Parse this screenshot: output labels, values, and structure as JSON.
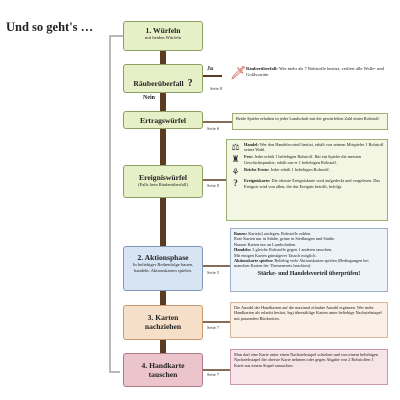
{
  "title": "Und so geht's …",
  "steps": {
    "s1": {
      "title": "1. Würfeln",
      "sub": "mit beiden Würfeln"
    },
    "raeuber": {
      "title": "Räuberüberfall",
      "qmark": "?",
      "seite": "Seite 8",
      "yes": "Ja",
      "no": "Nein",
      "info_bold": "Räuberüberfall:",
      "info_text": " Wer mehr als 7 Rohstoffe besitzt, verliert alle Wolle- und Goldvorräte."
    },
    "ertrag": {
      "title": "Ertragswürfel",
      "seite": "Seite 6",
      "info": "Beide Spieler erhalten in jeder Landschaft mit der gewürfelten Zahl einen Rohstoff."
    },
    "ereignis": {
      "title": "Ereigniswürfel",
      "sub": "(Falls kein Räuberüberfall)",
      "seite": "Seite 8",
      "items": [
        {
          "icon": "scale-icon",
          "glyph": "⚖",
          "bold": "Handel:",
          "text": " Wer den Handelsvorteil besitzt, erhält von seinem Mitspieler 1 Rohstoff seiner Wahl."
        },
        {
          "icon": "tower-icon",
          "glyph": "♜",
          "bold": "Fest:",
          "text": " Jeder erhält 1 beliebigen Rohstoff. Hat ein Spieler die meisten Geschichtspunkte, erhält nur er 1 beliebigen Rohstoff."
        },
        {
          "icon": "wheat-icon",
          "glyph": "⚘",
          "bold": "Reiche Ernte:",
          "text": " Jeder erhält 1 beliebigen Rohstoff."
        },
        {
          "icon": "question-icon",
          "glyph": "?",
          "bold": "Ereigniskarte:",
          "text": " Die oberste Ereigniskarte wird aufgedeckt und vorgelesen. Das Ereignis wird von allen, die das Ereignis betrifft, befolgt."
        }
      ]
    },
    "aktion": {
      "title": "2. Aktionsphase",
      "sub": "In beliebiger Reihenfolge bauen, handeln, Aktionskarten spielen.",
      "seite": "Seite 5",
      "lines": [
        {
          "bold": "Bauen:",
          "text": " Karte(n) auslegen, Rohstoffe zahlen."
        },
        {
          "bold": "",
          "text": "Rote Karten nur in Städte, grüne in Siedlungen und Städte."
        },
        {
          "bold": "",
          "text": "Braune Karten nur an Landschaften."
        },
        {
          "bold": "Handeln:",
          "text": " 3 gleiche Rohstoffe gegen 1 anderen tauschen."
        },
        {
          "bold": "",
          "text": "Mit einigen Karten günstigerer Tausch möglich."
        },
        {
          "bold": "Aktionskarte spielen:",
          "text": " Beliebig viele Aktionskarten spielen (Bedingungen bei manchen Karten der Themenesets beachten)."
        }
      ],
      "footer": "Stärke- und Handelsvorteil überprüfen!"
    },
    "karten": {
      "title": "3. Karten nachziehen",
      "seite": "Seite 7",
      "info": "Die Anzahl der Handkarten auf die maximal erlaubte Anzahl ergänzen. Wer mehr Handkarten als erlaubt besitzt, legt überzählige Karten unter beliebige Nachziehstapel mit passenden Rückseiten."
    },
    "tauschen": {
      "title": "4. Handkarte tauschen",
      "seite": "Seite 7",
      "info": "Man darf eine Karte unter einen Nachziehstapel schieben und von einem beliebigen Nachziehstapel die oberste Karte nehmen oder gegen Abgabe von 2 Rohstoffen 1 Karte aus einem Stapel aussuchen."
    }
  },
  "colors": {
    "arrow": "#5b3b22",
    "green": "#e7efc6",
    "blue": "#d7e4f3",
    "peach": "#f6dfc9",
    "pink": "#ecc4cc"
  }
}
